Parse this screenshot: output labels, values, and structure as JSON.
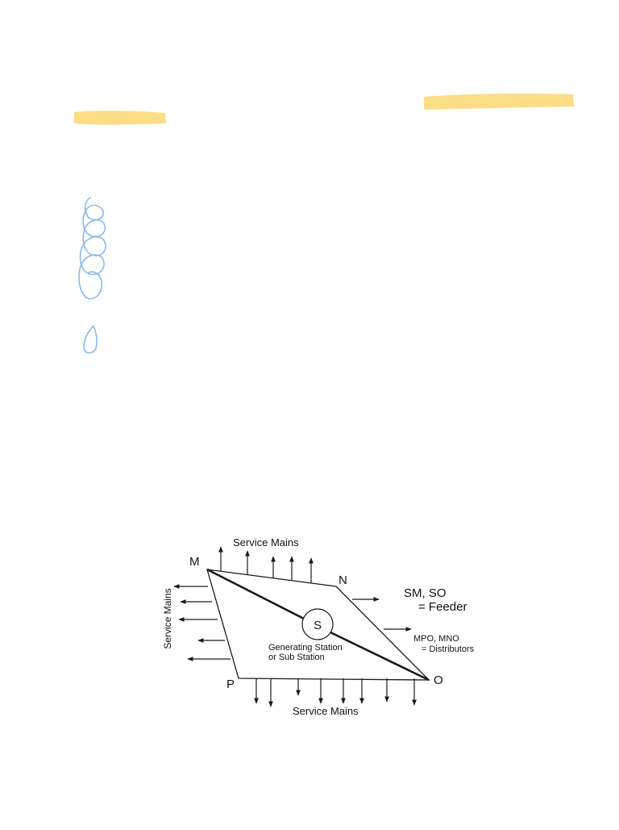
{
  "colors": {
    "highlight": "#f9d978",
    "pen_ink": "#8db8e8",
    "diagram_line": "#1a1a1a",
    "background": "#ffffff"
  },
  "diagram": {
    "nodes": {
      "m": "M",
      "n": "N",
      "o": "O",
      "p": "P",
      "s": "S"
    },
    "labels": {
      "top_service_mains": "Service Mains",
      "left_service_mains": "Service Mains",
      "bottom_service_mains": "Service Mains",
      "feeder_line1": "SM, SO",
      "feeder_line2": "= Feeder",
      "distributor_line1": "MPO, MNO",
      "distributor_line2": "= Distributors",
      "station_line1": "Generating Station",
      "station_line2": "or Sub Station"
    }
  }
}
